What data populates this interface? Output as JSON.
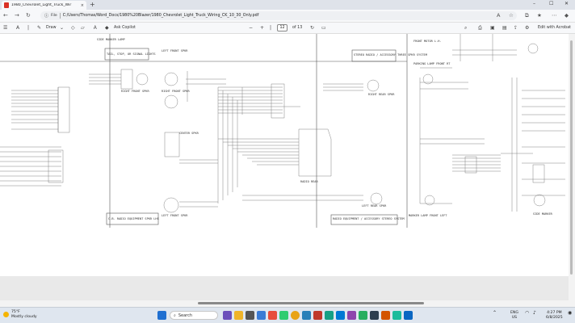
{
  "browser": {
    "tab_title": "1980_Chevrolet_Light_Truck_Wir",
    "tab_close": "×",
    "new_tab": "+",
    "address_label": "File",
    "address_path": "C:/Users/Thomas/Word_Docs/1980%20Blazer/1980_Chevrolet_Light_Truck_Wiring_CK_10_30_Only.pdf"
  },
  "pdf_toolbar": {
    "draw_label": "Draw",
    "ask_copilot_label": "Ask Copilot",
    "page_current": "12",
    "page_total": "of 13",
    "edit_acrobat_label": "Edit with Acrobat"
  },
  "diagram_labels": {
    "side_marker_lamp_top": "SIDE MARKER LAMP",
    "stop_turn_lights": "TAIL, STOP, OR SIGNAL LIGHTS",
    "left_front_spkr_top": "LEFT FRONT SPKR",
    "stereo_radio": "STEREO RADIO / ACCESSORY THREE SPKR SYSTEM",
    "front_motor": "FRONT MOTOR L.H.",
    "parking_lamp": "PARKING LAMP FRONT RT",
    "right_front_spkr_1": "RIGHT FRONT SPKR",
    "right_front_spkr_2": "RIGHT FRONT SPKR",
    "right_rear_spkr": "RIGHT REAR SPKR",
    "center_spkr": "CENTER SPKR",
    "radio_rear": "RADIO REAR",
    "left_front_spkr": "LEFT FRONT SPKR",
    "left_rear_spkr": "LEFT REAR SPKR",
    "radio_equipment": "RADIO EQUIPMENT / ACCESSORY STEREO SYSTEM",
    "cb_radio": "C.B. RADIO EQUIPMENT SPKR LHS",
    "side_marker_right": "SIDE MARKER",
    "marker_lamp_front_left": "MARKER LAMP FRONT LEFT"
  },
  "taskbar": {
    "temp": "75°F",
    "weather": "Mostly cloudy",
    "search_placeholder": "Search",
    "lang_1": "ENG",
    "lang_2": "US",
    "time": "4:27 PM",
    "date": "6/8/2025"
  }
}
